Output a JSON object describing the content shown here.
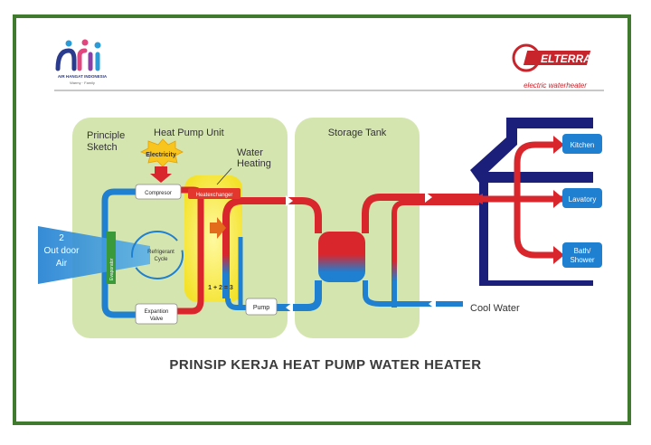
{
  "logos": {
    "left_title": "AIR HANGAT INDONESIA",
    "left_sub": "Warmy · Family",
    "right_brand": "ELTERRA",
    "right_sub": "electric waterheater"
  },
  "diagram": {
    "principle": [
      "Principle",
      "Sketch"
    ],
    "heat_pump_unit": "Heat Pump Unit",
    "water_heating": [
      "Water",
      "Heating"
    ],
    "storage_tank": "Storage Tank",
    "electricity": "Electricity",
    "compressor": "Compresor",
    "heatexchanger": "Heatexchanger",
    "refrigerant": [
      "Refrigerant",
      "Cycle"
    ],
    "evaporator": "Evaporator",
    "expansion": [
      "Expantion",
      "Valve"
    ],
    "outdoor": [
      "2",
      "Out door",
      "Air"
    ],
    "numbers": "1 + 2 = 3",
    "pump": "Pump",
    "kitchen": "Kitchen",
    "lavatory": "Lavatory",
    "bath": [
      "Bath/",
      "Shower"
    ],
    "cool_water": "Cool Water"
  },
  "caption": "PRINSIP KERJA HEAT PUMP WATER HEATER",
  "colors": {
    "frame": "#3f7a2e",
    "hot": "#d9262c",
    "cold": "#1f7fd1",
    "panel": "#d4e5b0",
    "house": "#1b1f7a"
  }
}
